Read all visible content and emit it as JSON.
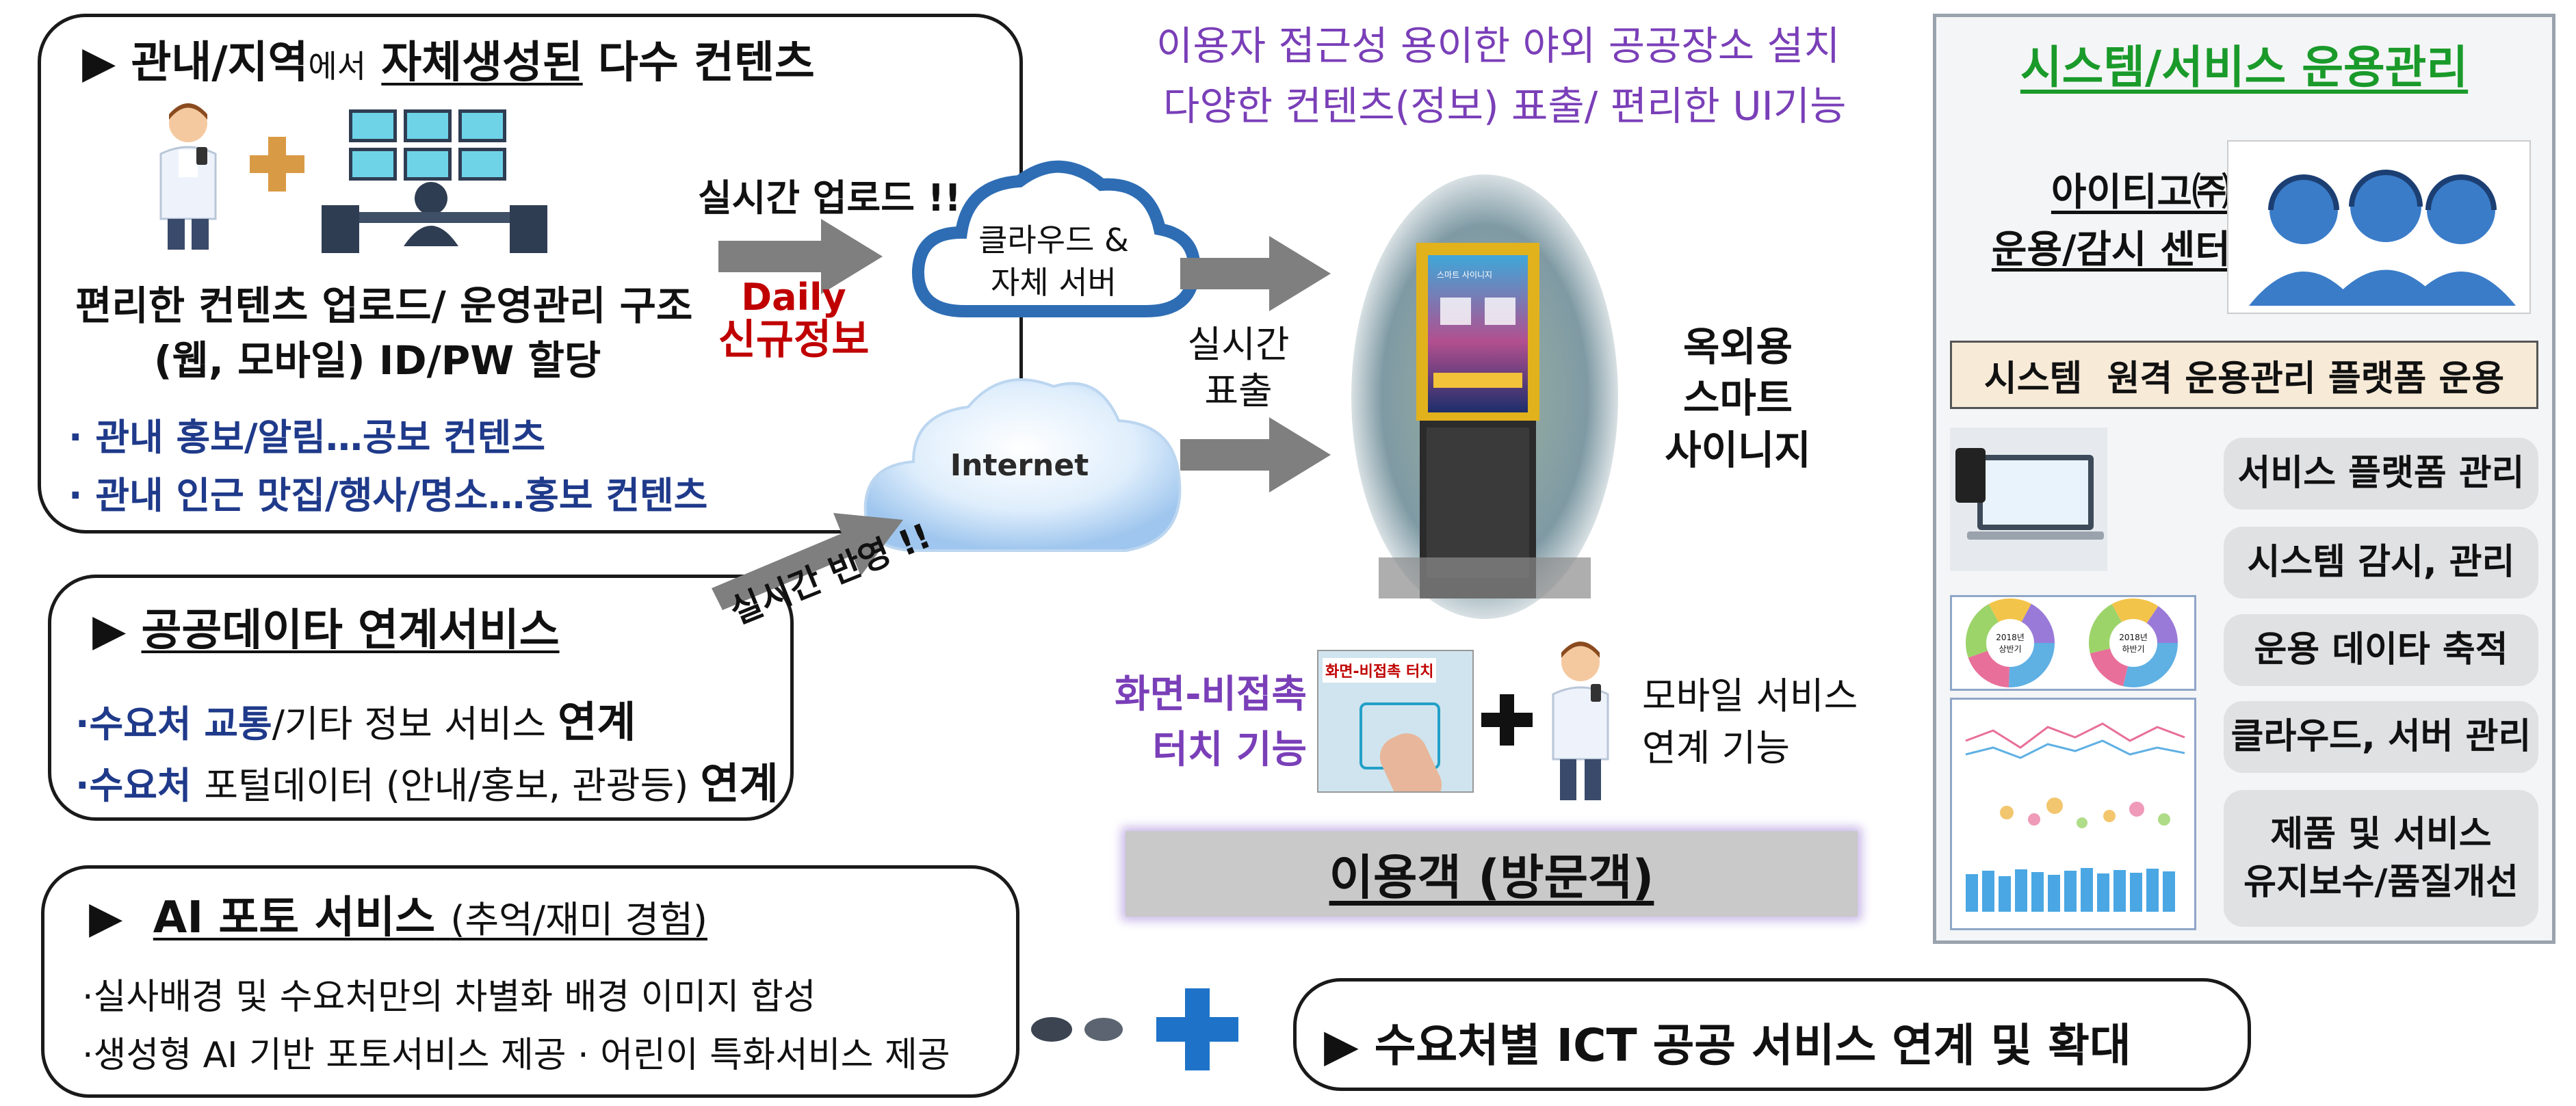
{
  "contents_bubble": {
    "heading_a": "▶ 관내/지역",
    "heading_small": "에서",
    "heading_b": "자체생성된",
    "heading_c": " 다수 컨텐츠",
    "structure_line1": "편리한 컨텐츠 업로드/ 운영관리 구조",
    "structure_line2": "(웹, 모바일) ID/PW 할당",
    "bullets": [
      "· 관내 홍보/알림…공보 컨텐츠",
      "· 관내 인근 맛집/행사/명소…홍보 컨텐츠"
    ]
  },
  "public_data_bubble": {
    "heading": "공공데이타 연계서비스",
    "lines": [
      {
        "a": "·수요처 교통",
        "b": "/기타 정보 서비스 ",
        "c": "연계"
      },
      {
        "a": "·수요처 ",
        "b": "포털데이터 (안내/홍보, 관광등) ",
        "c": "연계"
      }
    ]
  },
  "ai_bubble": {
    "heading": "AI 포토 서비스",
    "heading_sub": "(추억/재미 경험)",
    "line1": "·실사배경 및 수요처만의 차별화 배경 이미지 합성",
    "line2": "·생성형 AI 기반 포토서비스 제공   · 어린이 특화서비스 제공"
  },
  "expansion_bubble": {
    "text": "▶ 수요처별 ICT 공공 서비스 연계 및 확대"
  },
  "flow": {
    "upload_label": "실시간 업로드 !!",
    "daily_line1": "Daily",
    "daily_line2": "신규정보",
    "reflect_label": "실시간 반영 !!",
    "cloud_line1": "클라우드 &",
    "cloud_line2": "자체 서버",
    "internet_label": "Internet",
    "display_line1": "실시간",
    "display_line2": "표출"
  },
  "header": {
    "line1": "이용자 접근성 용이한 야외 공공장소 설치",
    "line2": "다양한 컨텐츠(정보) 표출/ 편리한 UI기능"
  },
  "signage": {
    "line1": "옥외용",
    "line2": "스마트",
    "line3": "사이니지",
    "screen_title": "스마트 사이니지"
  },
  "touch": {
    "line1": "화면-비접촉",
    "line2": "터치 기능",
    "photo_caption": "화면-비접촉 터치"
  },
  "mobile": {
    "line1": "모바일 서비스",
    "line2": "연계 기능"
  },
  "visitor_box": {
    "label": "이용객 (방문객)"
  },
  "management": {
    "title": "시스템/서비스 운용관리",
    "company": "아이티고㈜",
    "center": "운용/감시 센터",
    "platform_bar": "시스템  원격 운용관리 플랫폼 운용",
    "items": [
      "서비스 플랫폼 관리",
      "시스템 감시, 관리",
      "운용 데이타 축적",
      "클라우드, 서버 관리",
      "제품 및 서비스\n유지보수/품질개선"
    ],
    "donut_labels": [
      "2018년\n상반기",
      "2018년\n하반기"
    ]
  },
  "colors": {
    "arrow_gray": "#7f7f7f",
    "cloud_blue": "#2e6db4",
    "accent_blue": "#1e73c8",
    "purple": "#7a3fb8",
    "title_green": "#1a9a2a",
    "red": "#c00000",
    "navy": "#1f3a8a"
  },
  "icons": [
    "person-phone-icon",
    "operator-desk-icon",
    "plus-icon",
    "cloud-icon",
    "internet-cloud-icon",
    "headset-operators-icon",
    "laptop-dashboard-icon",
    "donut-chart-icon",
    "analytics-chart-icon",
    "touch-photo-icon",
    "kiosk-icon",
    "ellipsis-dots-icon"
  ]
}
